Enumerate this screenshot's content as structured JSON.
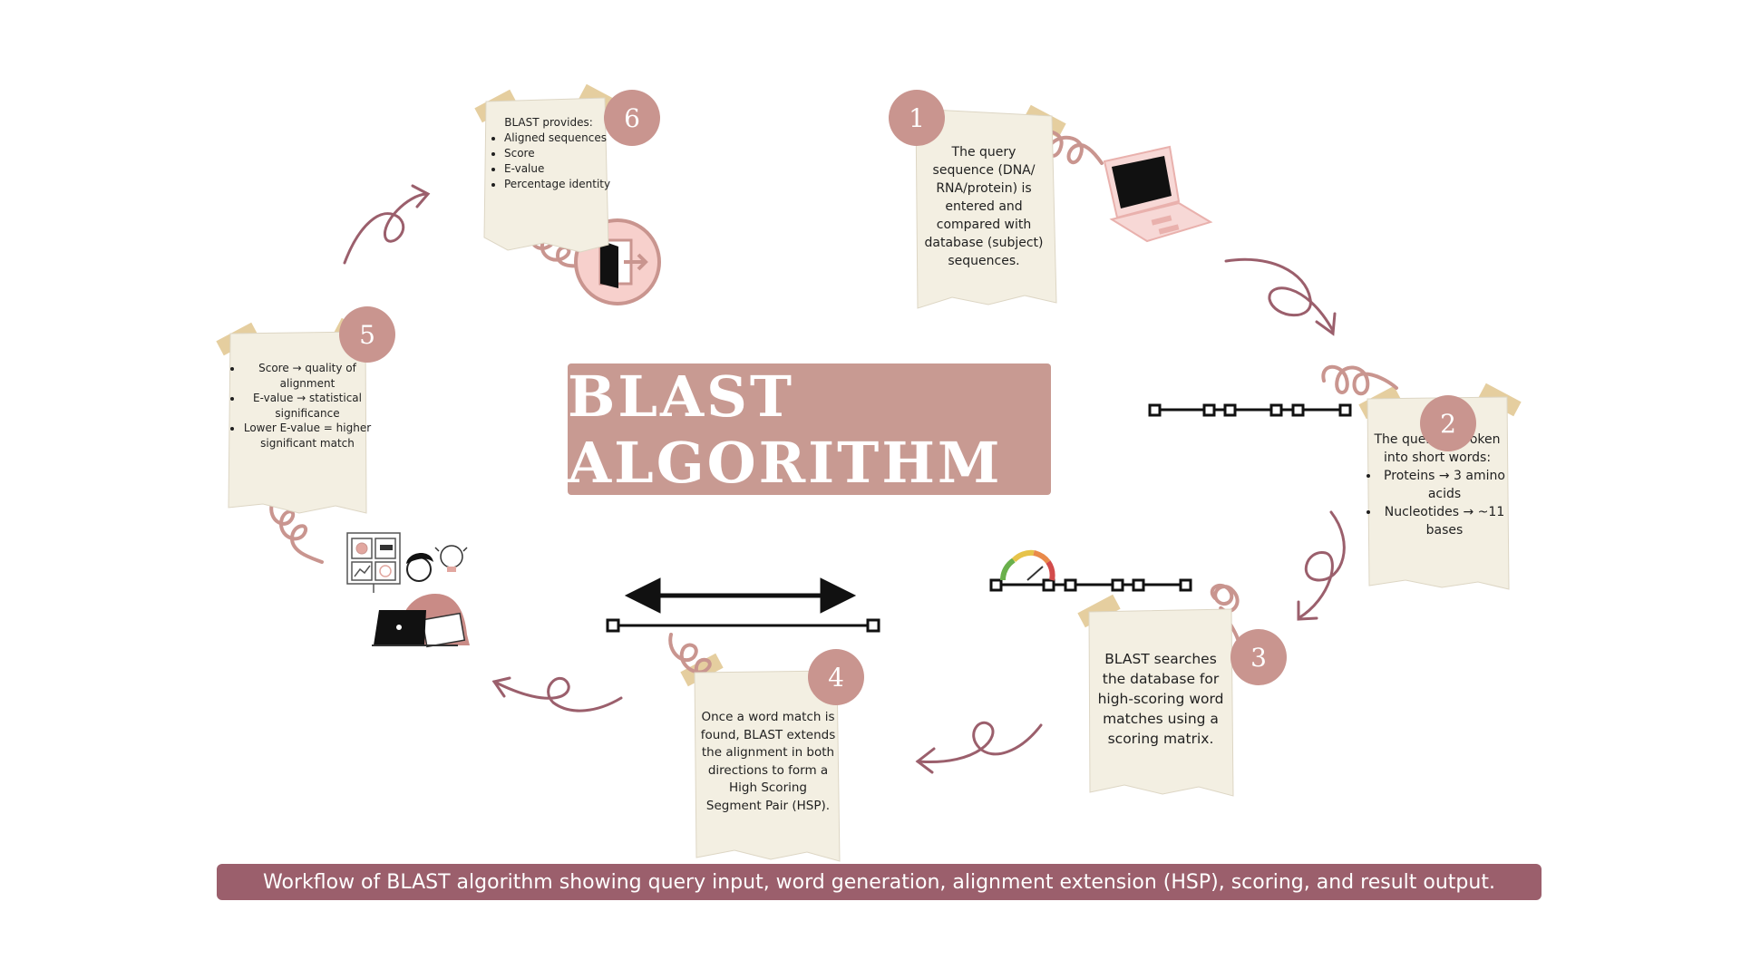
{
  "title": "BLAST ALGORITHM",
  "caption": "Workflow of BLAST algorithm showing query input, word generation, alignment extension (HSP), scoring, and result output.",
  "colors": {
    "paper": "#f3efe2",
    "tape": "#e2c995",
    "badge": "#c9958f",
    "title_box": "#c89a92",
    "caption_bar": "#9b5f6c",
    "arrow": "#9b5f6c",
    "spring": "#c9958f"
  },
  "steps": {
    "s1": {
      "num": "1",
      "text": "The query sequence (DNA/ RNA/protein) is entered and compared with database (subject) sequences."
    },
    "s2": {
      "num": "2",
      "intro": "The query is broken into short words:",
      "items": [
        "Proteins → 3 amino acids",
        "Nucleotides → ~11 bases"
      ]
    },
    "s3": {
      "num": "3",
      "text": "BLAST searches the database for high-scoring word matches using a scoring matrix."
    },
    "s4": {
      "num": "4",
      "text": "Once a word match is found, BLAST extends the alignment in both directions to form a High Scoring Segment Pair (HSP)."
    },
    "s5": {
      "num": "5",
      "items": [
        "Score → quality of alignment",
        "E-value → statistical significance",
        "Lower E-value = higher significant match"
      ]
    },
    "s6": {
      "num": "6",
      "intro": "BLAST provides:",
      "items": [
        "Aligned sequences",
        "Score",
        "E-value",
        "Percentage identity"
      ]
    }
  },
  "icons": [
    "laptop-icon",
    "exit-door-icon",
    "speedometer-icon",
    "double-arrow-icon",
    "person-laptop-illustration",
    "lightbulb-icon",
    "gear-icon"
  ]
}
